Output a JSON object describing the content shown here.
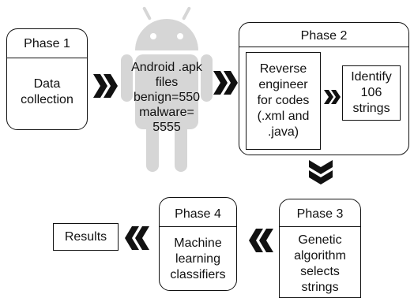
{
  "phase1": {
    "title": "Phase 1",
    "lines": [
      "Data",
      "collection"
    ]
  },
  "android": {
    "lines": [
      "Android .apk",
      "files",
      "benign=550",
      "malware=",
      "5555"
    ],
    "robot_icon": "android-robot-icon",
    "robot_color": "#d6d6d6"
  },
  "phase2": {
    "title": "Phase 2",
    "reverse_box": {
      "lines": [
        "Reverse",
        "engineer",
        "for codes",
        "(.xml and",
        ".java)"
      ]
    },
    "identify_box": {
      "lines": [
        "Identify",
        "106",
        "strings"
      ]
    }
  },
  "phase3": {
    "title": "Phase 3",
    "lines": [
      "Genetic",
      "algorithm",
      "selects",
      "strings"
    ]
  },
  "phase4": {
    "title": "Phase 4",
    "lines": [
      "Machine",
      "learning",
      "classifiers"
    ]
  },
  "results": {
    "label": "Results"
  },
  "arrow_color": "#111111"
}
